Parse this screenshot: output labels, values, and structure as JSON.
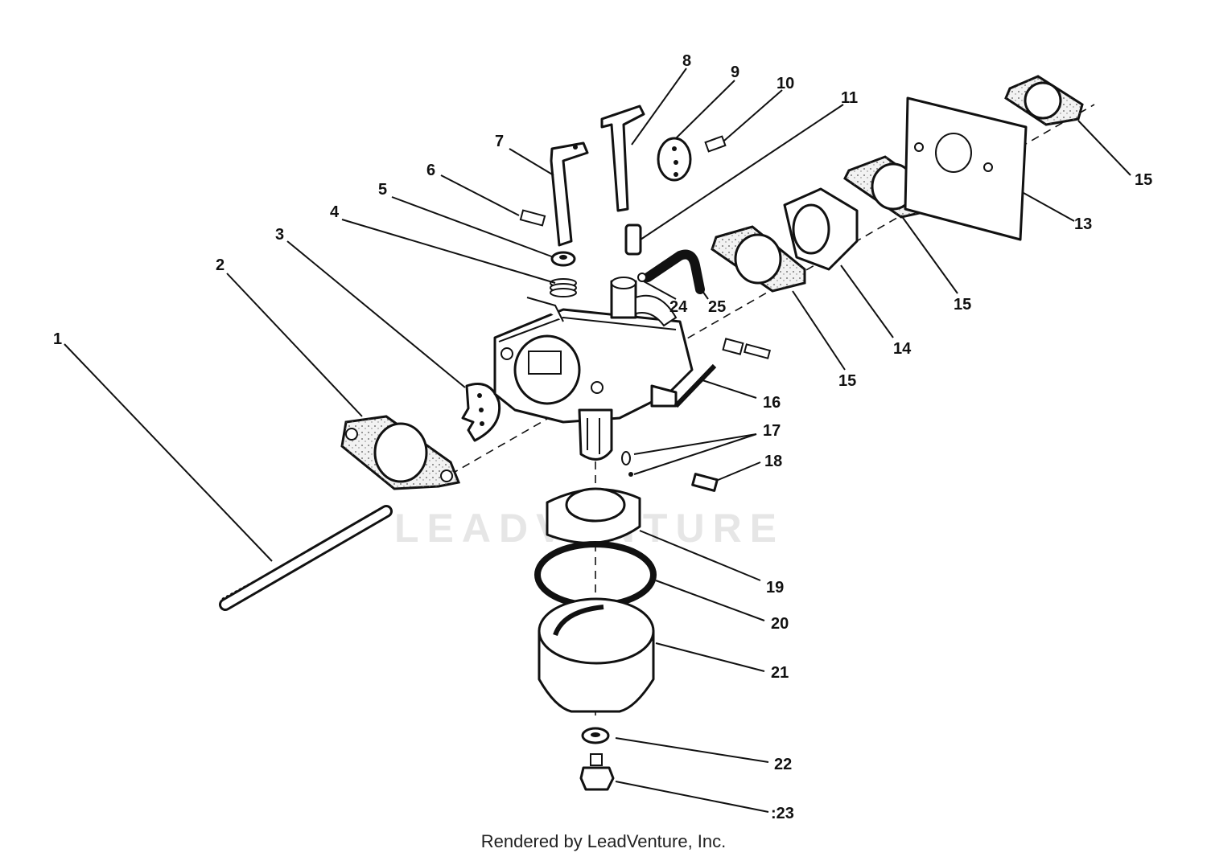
{
  "watermark": "LEADVENTURE",
  "credit": "Rendered by LeadVenture, Inc.",
  "callouts": {
    "c1": "1",
    "c2": "2",
    "c3": "3",
    "c4": "4",
    "c5": "5",
    "c6": "6",
    "c7": "7",
    "c8": "8",
    "c9": "9",
    "c10": "10",
    "c11": "11",
    "c13": "13",
    "c14": "14",
    "c15a": "15",
    "c15b": "15",
    "c15c": "15",
    "c16": "16",
    "c17": "17",
    "c18": "18",
    "c19": "19",
    "c20": "20",
    "c21": "21",
    "c22": "22",
    "c23": ":23",
    "c24": "24",
    "c25": "25"
  }
}
